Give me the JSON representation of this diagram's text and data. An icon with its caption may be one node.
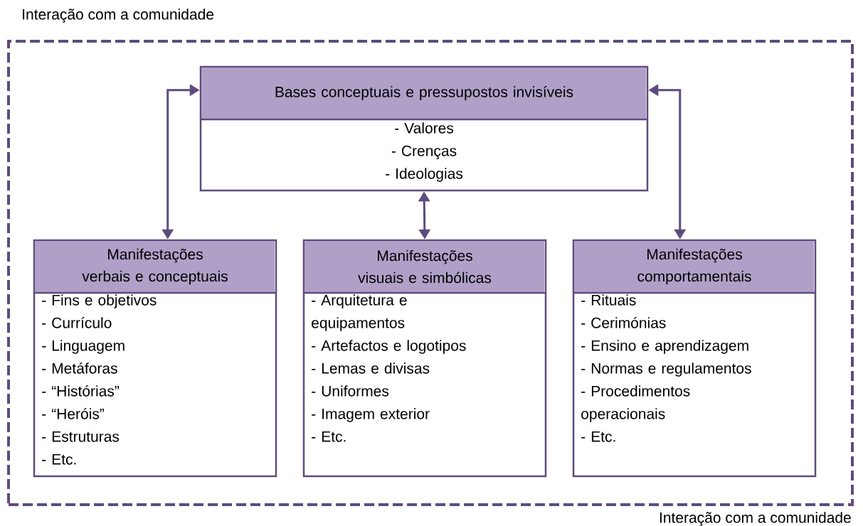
{
  "diagram": {
    "nodes": [
      {
        "text": [
          "Interação com a comunidade",
          "Interação com a comunidade"
        ]
      },
      {
        "text": [
          "Bases conceptuais e pressupostos invisíveis",
          "- Valores",
          "- Crenças",
          "- Ideologias"
        ],
        "in": 0
      },
      {
        "text": [
          "Manifestações verbais e conceptuais",
          "- Fins e objetivos",
          "- Currículo",
          "- Linguagem",
          "- Metáforas",
          "- “Histórias”",
          "- “Heróis”",
          "- Estruturas",
          "- Etc."
        ],
        "in": 0
      },
      {
        "text": [
          "Manifestações visuais e simbólicas",
          "- Arquitetura e equipamentos",
          "- Artefactos e logotipos",
          "- Lemas e divisas",
          "- Uniformes",
          "- Imagem exterior",
          "- Etc."
        ],
        "in": 0
      },
      {
        "text": [
          "Manifestações comportamentais",
          "- Rituais",
          "- Cerimónias",
          "- Ensino e aprendizagem",
          "- Normas e regulamentos",
          "- Procedimentos operacionais",
          "- Etc."
        ],
        "in": 0
      }
    ],
    "edges": [
      {
        "from": 1,
        "to": 2,
        "arrow": "both"
      },
      {
        "from": 1,
        "to": 3,
        "arrow": "both"
      },
      {
        "from": 1,
        "to": 4,
        "arrow": "both"
      }
    ]
  }
}
